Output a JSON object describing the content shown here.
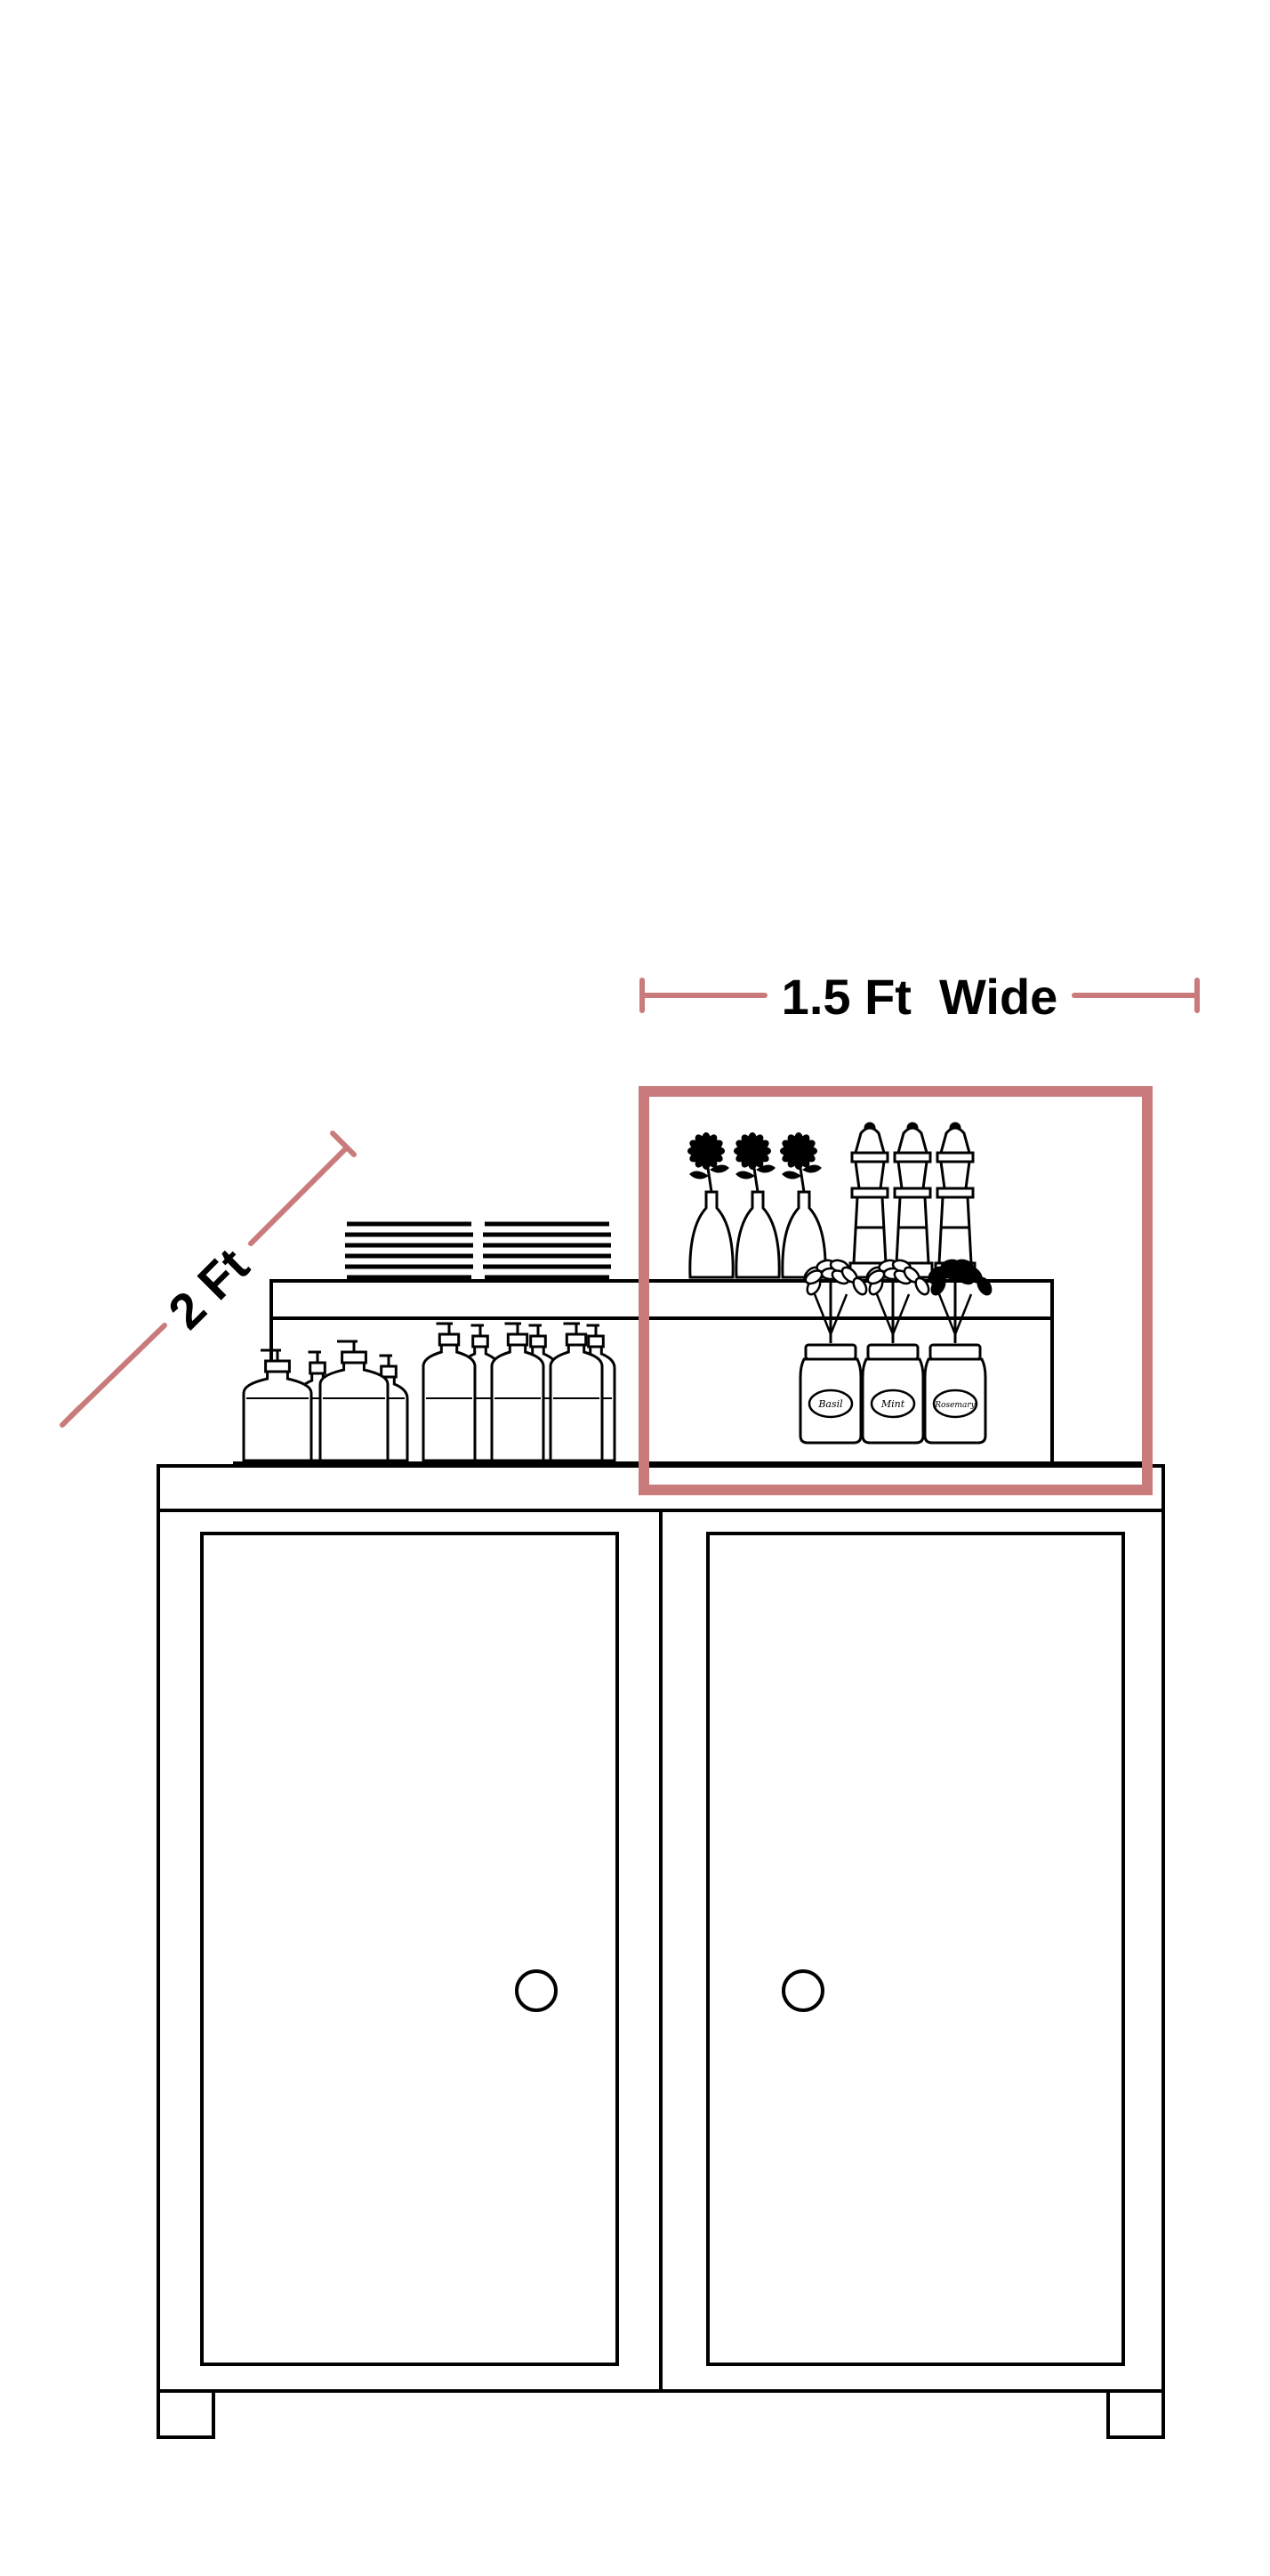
{
  "dimensions": {
    "width_label": "1.5 Ft  Wide",
    "depth_label": "2 Ft"
  },
  "jar_labels": [
    "Basil",
    "Mint",
    "Rosemary"
  ],
  "colors": {
    "accent": "#c97b7b",
    "line": "#000000",
    "background": "#ffffff"
  }
}
